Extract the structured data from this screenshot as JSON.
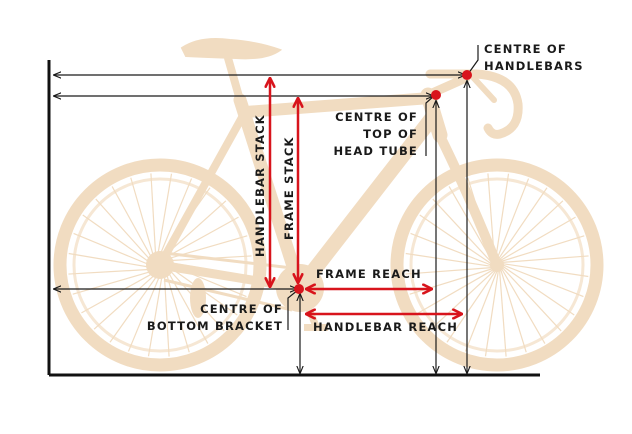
{
  "colors": {
    "bike": "#f1dcc1",
    "bike_light": "#f6e7d4",
    "axis": "#111111",
    "dimension_black": "#1a1a1a",
    "dimension_red": "#d8141c",
    "text": "#1a1a1a"
  },
  "labels": {
    "handlebars_line1": "CENTRE OF",
    "handlebars_line2": "HANDLEBARS",
    "head_tube_line1": "CENTRE OF",
    "head_tube_line2": "TOP OF",
    "head_tube_line3": "HEAD TUBE",
    "bottom_bracket_line1": "CENTRE OF",
    "bottom_bracket_line2": "BOTTOM BRACKET",
    "handlebar_stack": "HANDLEBAR STACK",
    "frame_stack": "FRAME STACK",
    "frame_reach": "FRAME REACH",
    "handlebar_reach": "HANDLEBAR REACH"
  },
  "icons": [
    "bicycle-silhouette-icon"
  ]
}
